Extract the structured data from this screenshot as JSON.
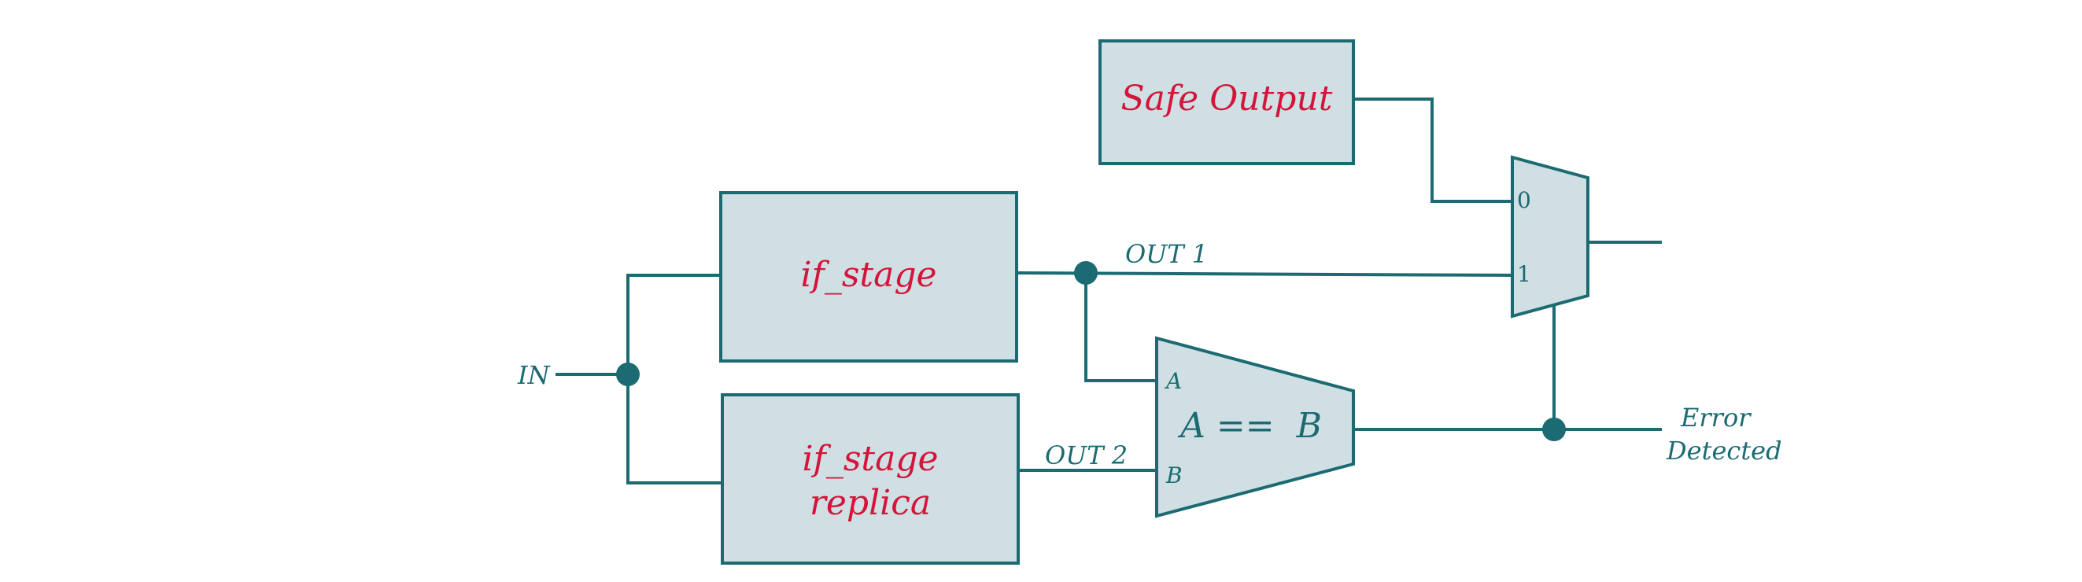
{
  "blocks": {
    "safe_output": "Safe Output",
    "if_stage": "if_stage",
    "replica_line1": "if_stage",
    "replica_line2": "replica"
  },
  "signals": {
    "in": "IN",
    "out1": "OUT 1",
    "out2": "OUT 2",
    "error_line1": "Error",
    "error_line2": "Detected"
  },
  "comparator": {
    "expression": "A ==  B",
    "port_a": "A",
    "port_b": "B"
  },
  "mux": {
    "port_0": "0",
    "port_1": "1"
  },
  "colors": {
    "wire": "#1c6b72",
    "block_fill": "#cfdfe3",
    "block_text": "#d4143a"
  }
}
